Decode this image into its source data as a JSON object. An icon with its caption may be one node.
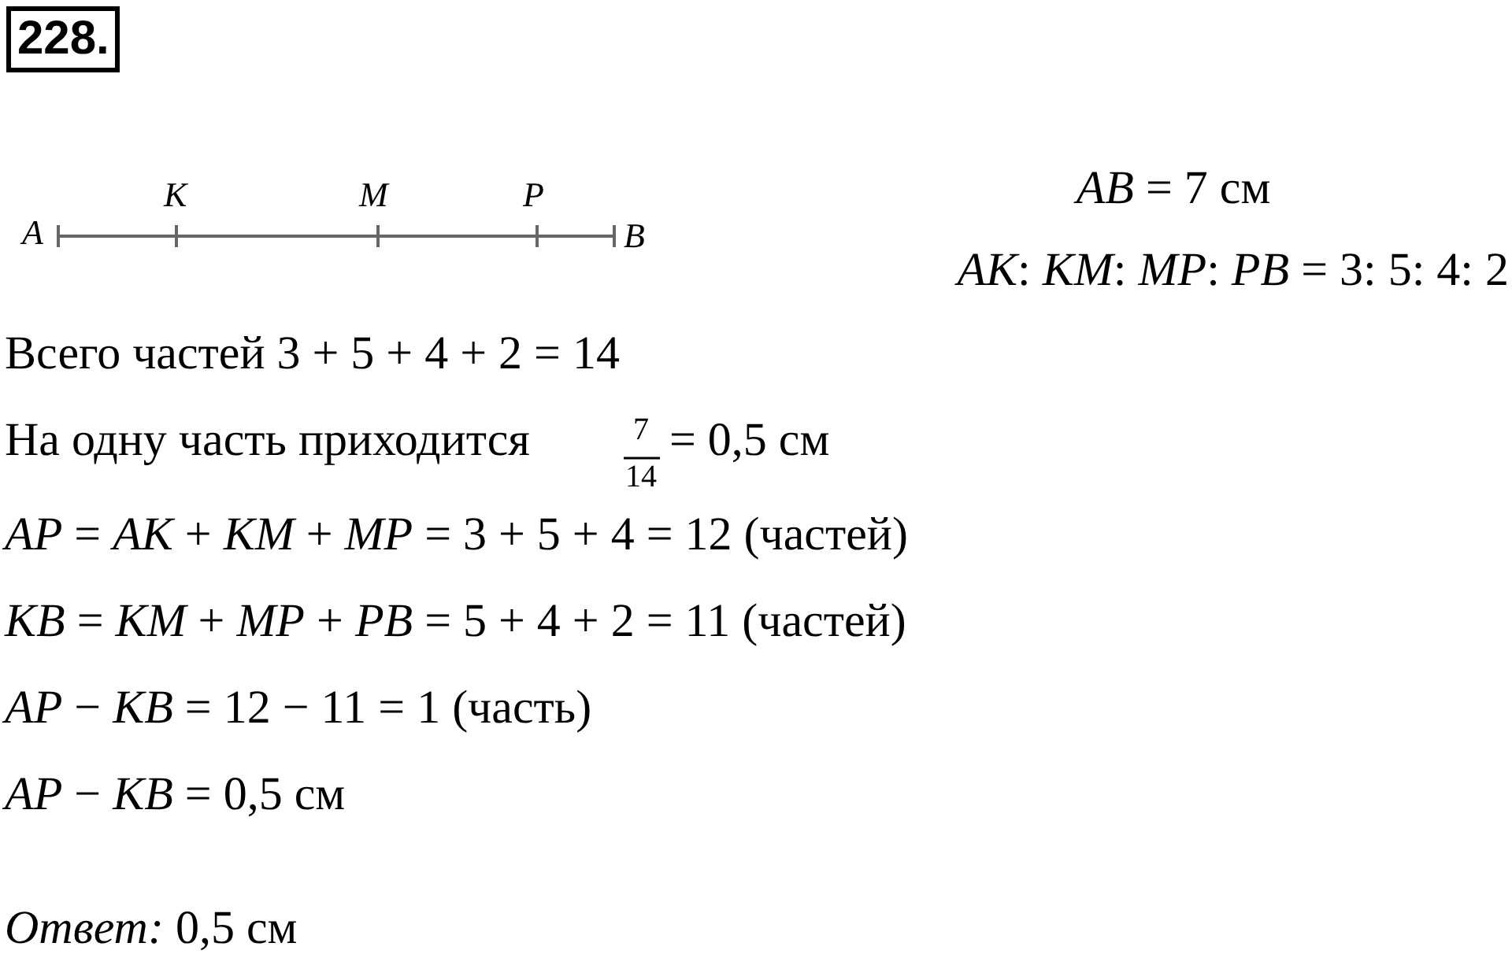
{
  "diagram": {
    "title": "228.",
    "labels": [
      "A",
      "K",
      "M",
      "P",
      "B",
      "*AB* = 7 см",
      "*AK*: *KM*: *MP*: *PB* = 3: 5: 4: 2",
      "Всего частей 3 + 5 + 4 + 2 = 14",
      "На одну часть приходится",
      "7",
      "14",
      "= 0,5 см",
      "*AP* = *AK* + *KM* + *MP* = 3 + 5 + 4 = 12 (частей)",
      "*KB* = *KM* + *MP* + *PB* = 5 + 4 + 2 = 11 (частей)",
      "*AP* − *KB* = 12 − 11 = 1 (часть)",
      "*AP* − *KB* = 0,5 см",
      "*Ответ:* 0,5 см"
    ]
  }
}
